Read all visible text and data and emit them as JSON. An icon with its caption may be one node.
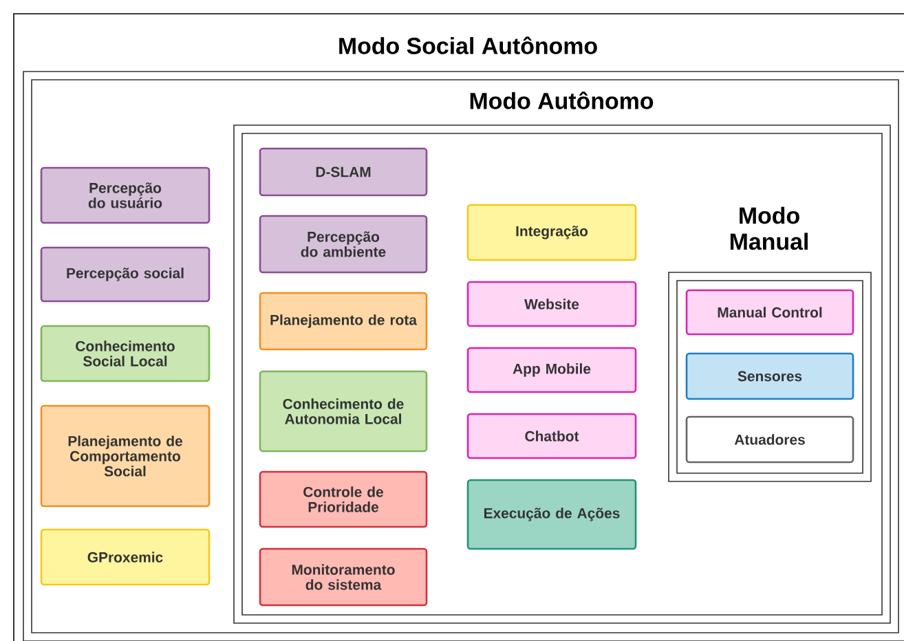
{
  "diagram": {
    "nodes": [
      {
        "text": [
          "Modo Social Autônomo"
        ]
      },
      {
        "text": [],
        "shape": "box",
        "in": 0
      },
      {
        "text": [
          "Percepção do usuário"
        ],
        "in": 1
      },
      {
        "text": [
          "Percepção social"
        ],
        "in": 1
      },
      {
        "text": [
          "Conhecimento Social Local"
        ],
        "in": 1
      },
      {
        "text": [
          "Planejamento de Comportamento Social"
        ],
        "in": 1
      },
      {
        "text": [
          "GProxemic"
        ],
        "in": 1
      },
      {
        "text": [
          "Modo Autônomo"
        ],
        "in": 1
      },
      {
        "text": [
          "D-SLAM"
        ],
        "in": 7
      },
      {
        "text": [
          "Percepção do ambiente"
        ],
        "in": 7
      },
      {
        "text": [
          "Planejamento de rota"
        ],
        "in": 7
      },
      {
        "text": [
          "Conhecimento de Autonomia Local"
        ],
        "in": 7
      },
      {
        "text": [
          "Controle de Prioridade"
        ],
        "in": 7
      },
      {
        "text": [
          "Monitoramento do sistema"
        ],
        "in": 7
      },
      {
        "text": [
          "Integração"
        ],
        "in": 7
      },
      {
        "text": [
          "Website"
        ],
        "in": 7
      },
      {
        "text": [
          "App Mobile"
        ],
        "in": 7
      },
      {
        "text": [
          "Chatbot"
        ],
        "in": 7
      },
      {
        "text": [
          "Execução de Ações"
        ],
        "in": 7
      },
      {
        "text": [
          "Modo Manual"
        ],
        "in": 7
      },
      {
        "text": [
          "Manual Control"
        ],
        "in": 19
      },
      {
        "text": [
          "Sensores"
        ],
        "in": 19
      },
      {
        "text": [
          "Atuadores"
        ],
        "in": 19
      }
    ]
  }
}
